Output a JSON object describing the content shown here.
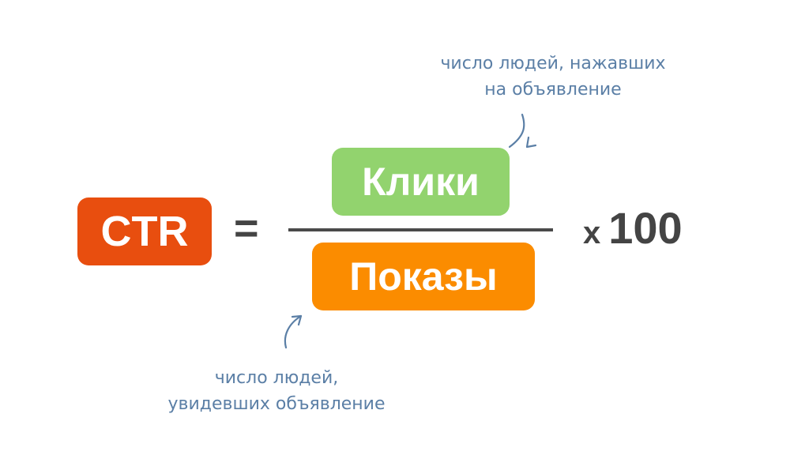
{
  "formula": {
    "lhs": "CTR",
    "equals": "=",
    "numerator": "Клики",
    "denominator": "Показы",
    "multiplier_sign": "x",
    "multiplier": "100"
  },
  "annotations": {
    "clicks": [
      "число людей, нажавших",
      "на объявление"
    ],
    "impressions": [
      "число людей,",
      "увидевших объявление"
    ]
  },
  "colors": {
    "ctr": "#e84e0f",
    "clicks": "#92d36e",
    "impressions": "#fb8c00",
    "annotation": "#5b7fa6",
    "text": "#444444"
  }
}
